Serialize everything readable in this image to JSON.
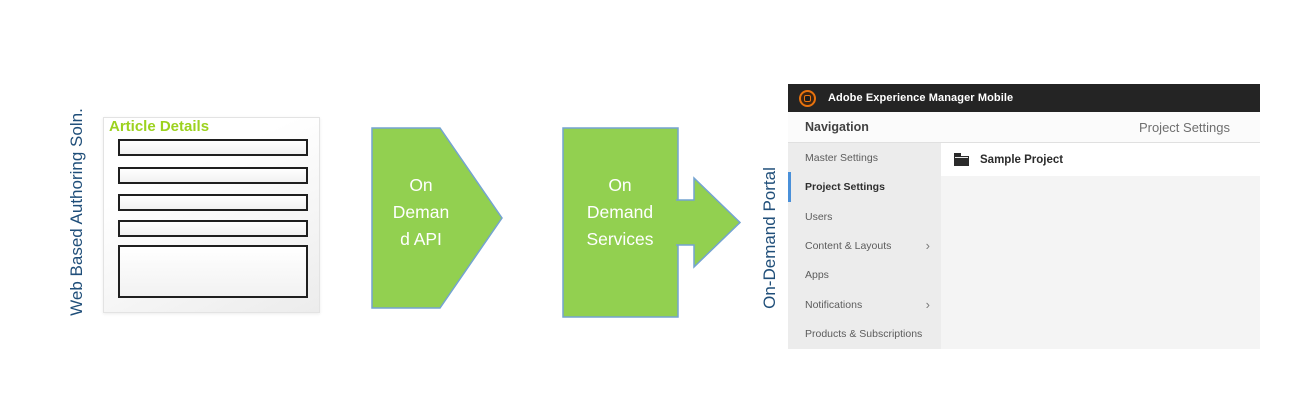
{
  "diagram": {
    "authoring_label": "Web Based Authoring Soln.",
    "portal_label": "On-Demand Portal",
    "article_box": {
      "title": "Article Details",
      "small_field_count": 4,
      "large_field_count": 1
    },
    "arrow1": {
      "lines": [
        "On",
        "Deman",
        "d API"
      ]
    },
    "arrow2": {
      "lines": [
        "On",
        "Demand",
        "Services"
      ]
    },
    "colors": {
      "arrow_fill": "#92d050",
      "arrow_border": "#74a3d1",
      "side_label_blue": "#1F4E79",
      "article_title_green": "#9CD21E"
    }
  },
  "portal": {
    "header": {
      "title": "Adobe Experience Manager Mobile",
      "logo_icon": "aem-mobile-logo",
      "bg_color": "#242424",
      "logo_color": "#E8720D"
    },
    "nav_bar": {
      "left": "Navigation",
      "right": "Project Settings"
    },
    "sidebar": {
      "active_color": "#4a90d9",
      "items": [
        {
          "label": "Master Settings",
          "active": false,
          "chevron": false
        },
        {
          "label": "Project Settings",
          "active": true,
          "chevron": false
        },
        {
          "label": "Users",
          "active": false,
          "chevron": false
        },
        {
          "label": "Content & Layouts",
          "active": false,
          "chevron": true
        },
        {
          "label": "Apps",
          "active": false,
          "chevron": false
        },
        {
          "label": "Notifications",
          "active": false,
          "chevron": true
        },
        {
          "label": "Products & Subscriptions",
          "active": false,
          "chevron": false
        }
      ]
    },
    "main": {
      "project_row": {
        "icon": "folder-icon",
        "label": "Sample Project"
      }
    }
  }
}
